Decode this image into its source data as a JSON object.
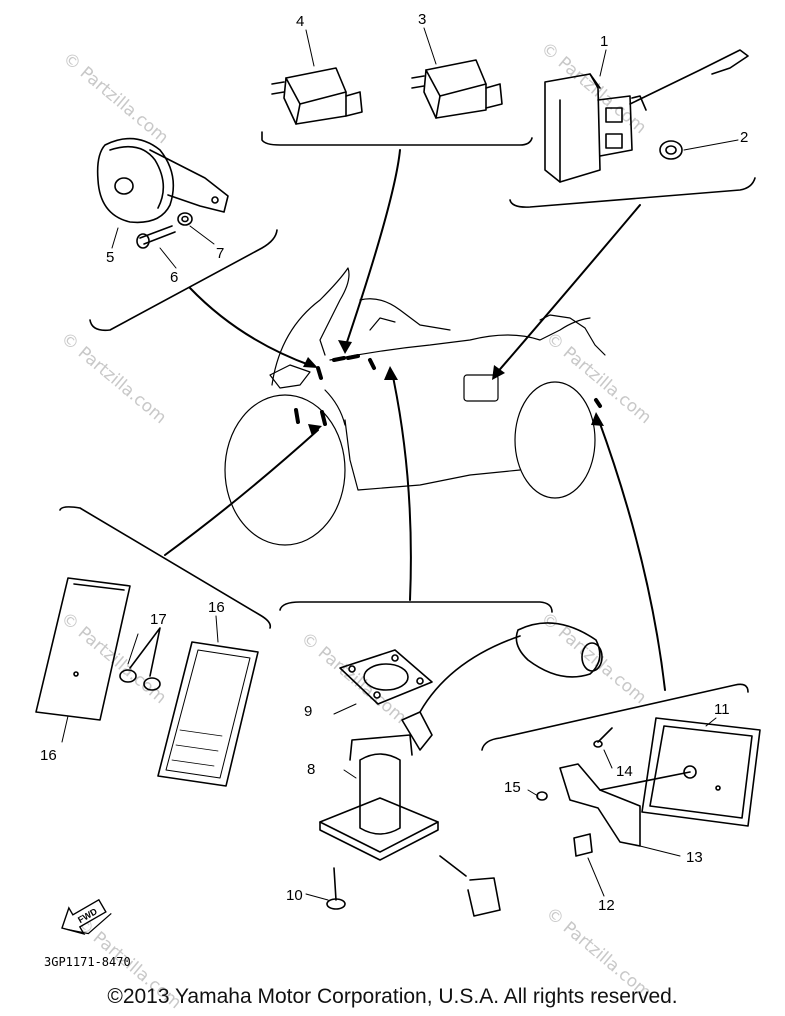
{
  "diagram": {
    "callouts": {
      "c1": "1",
      "c2": "2",
      "c3": "3",
      "c4": "4",
      "c5": "5",
      "c6": "6",
      "c7": "7",
      "c8": "8",
      "c9": "9",
      "c10": "10",
      "c11": "11",
      "c12": "12",
      "c13": "13",
      "c14": "14",
      "c15": "15",
      "c16a": "16",
      "c16b": "16",
      "c17": "17"
    },
    "diagram_code": "3GP1171-8470",
    "fwd_label": "FWD",
    "watermark": "© Partzilla.com"
  },
  "footer": {
    "copyright": "©2013 Yamaha Motor Corporation, U.S.A. All rights reserved."
  },
  "colors": {
    "ink": "#000000",
    "watermark": "#c8c8c8",
    "background": "#ffffff"
  }
}
